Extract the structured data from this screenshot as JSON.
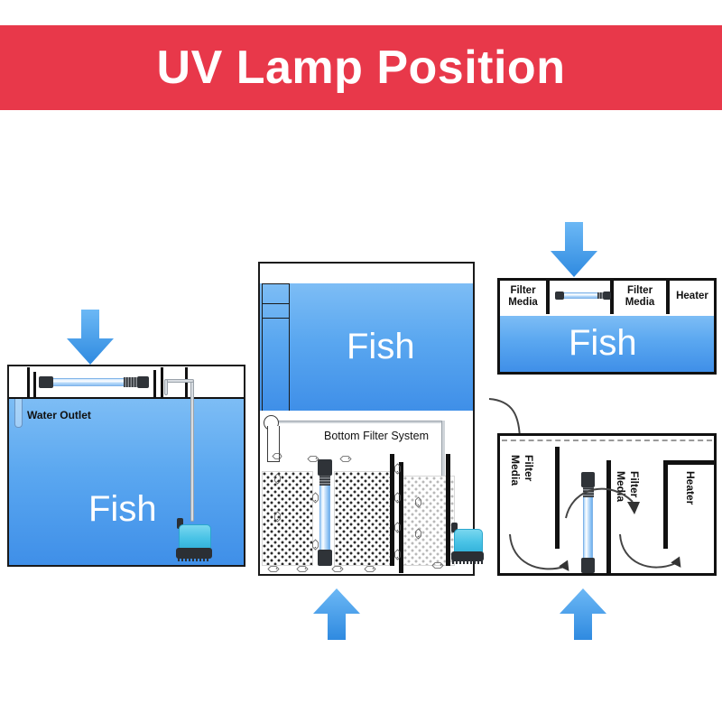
{
  "header": {
    "title": "UV Lamp Position",
    "background_color": "#e8384a",
    "text_color": "#ffffff"
  },
  "palette": {
    "water_top": "#7dbdf5",
    "water_bottom": "#3f8fe8",
    "arrow_top": "#6cb8f5",
    "arrow_bottom": "#2f8ae0",
    "outline": "#111111",
    "lamp_cap": "#2f3338",
    "lamp_glow": "#cfe6fb",
    "pump_body": "#49c3e6",
    "dashed_waterline": "#9a9a9a"
  },
  "diagrams": [
    {
      "id": "internal-top-chamber-tank",
      "position": "bottom-left",
      "arrow": {
        "direction": "down",
        "name": "down-arrow-left"
      },
      "water_label": "Fish",
      "labels": [
        {
          "text": "Water Outlet",
          "name": "water-outlet-label"
        }
      ],
      "components": [
        "uv-lamp-horizontal",
        "submersible-pump",
        "pump-tubing",
        "water-outlet-pipe",
        "baffle-walls"
      ]
    },
    {
      "id": "bottom-filter-system-tank",
      "position": "center",
      "arrow": {
        "direction": "up",
        "name": "up-arrow-center"
      },
      "water_label": "Fish",
      "labels": [
        {
          "text": "Bottom Filter System",
          "name": "bottom-filter-system-label"
        }
      ],
      "components": [
        "overflow-box",
        "uv-lamp-vertical",
        "filter-media-blocks",
        "baffle-walls",
        "submersible-pump",
        "return-tubing",
        "fish-icons"
      ]
    },
    {
      "id": "top-rear-chamber-tank",
      "position": "top-right",
      "arrow": {
        "direction": "down",
        "name": "down-arrow-right"
      },
      "water_label": "Fish",
      "compartments": [
        {
          "label": "Filter Media",
          "name": "compartment-filter-media-1"
        },
        {
          "label": "",
          "name": "compartment-uv-lamp",
          "content": "uv-lamp-horizontal"
        },
        {
          "label": "Filter Media",
          "name": "compartment-filter-media-2"
        },
        {
          "label": "Heater",
          "name": "compartment-heater"
        }
      ]
    },
    {
      "id": "sump-filter-system",
      "position": "bottom-right",
      "arrow": {
        "direction": "up",
        "name": "up-arrow-right"
      },
      "compartments": [
        {
          "label": "Filter Media",
          "name": "sump-filter-media-1"
        },
        {
          "label": "Filter Media",
          "name": "sump-filter-media-2"
        },
        {
          "label": "Heater",
          "name": "sump-heater"
        }
      ],
      "components": [
        "uv-lamp-vertical",
        "flow-arrows",
        "dashed-water-line",
        "baffle-walls"
      ]
    }
  ],
  "text": {
    "fish": "Fish",
    "water_outlet": "Water Outlet",
    "bottom_filter_system": "Bottom Filter System",
    "filter_media": "Filter Media",
    "filter": "Filter",
    "media": "Media",
    "heater": "Heater"
  }
}
